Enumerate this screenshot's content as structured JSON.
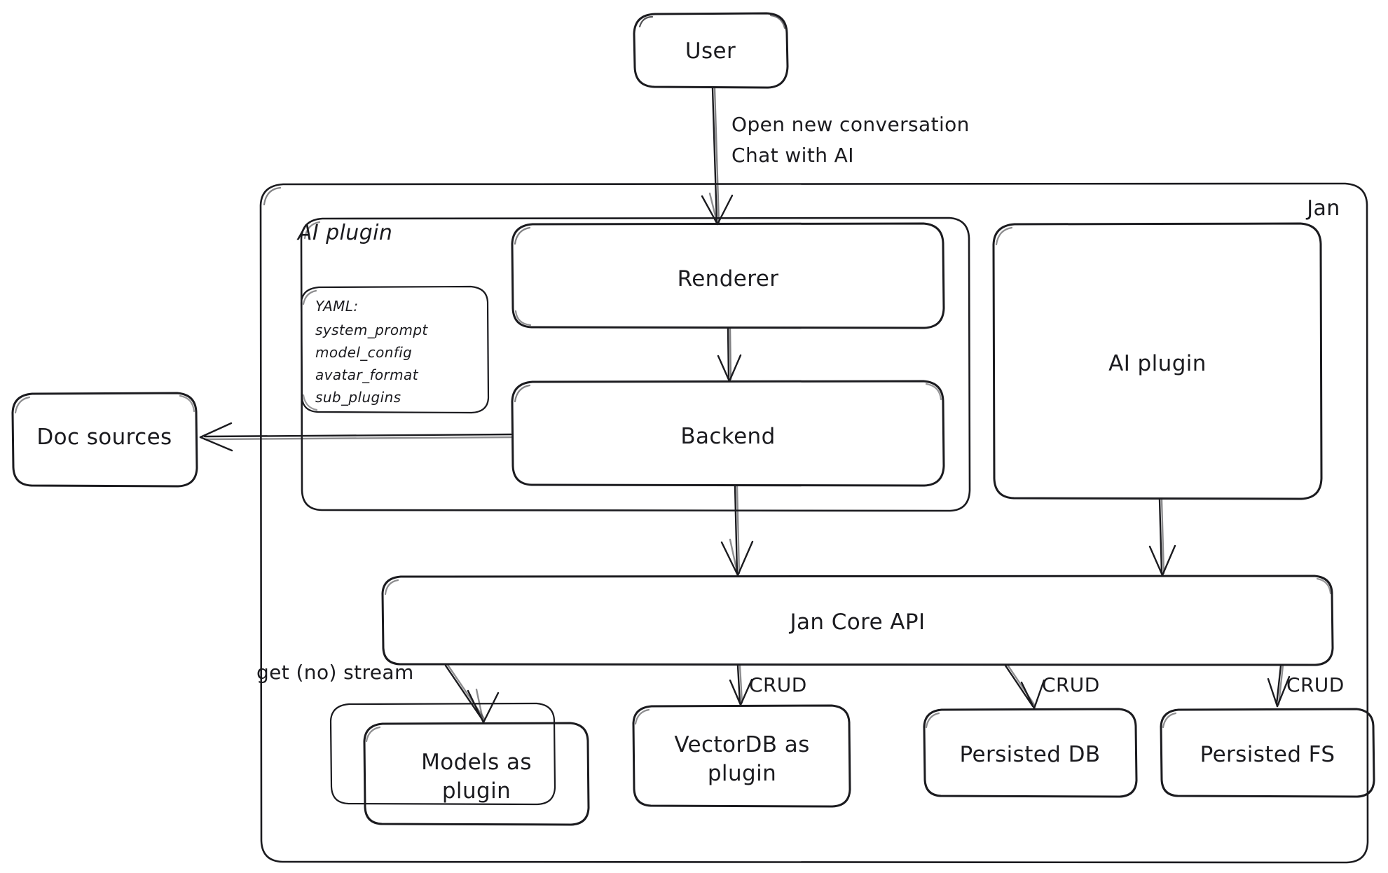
{
  "diagram": {
    "title": "Jan architecture diagram",
    "style": "hand-drawn",
    "stroke_color": "#1b1b1f",
    "background_color": "#ffffff"
  },
  "nodes": {
    "user": {
      "label": "User"
    },
    "jan_container": {
      "label": "Jan"
    },
    "ai_plugin_group": {
      "label": "AI plugin"
    },
    "renderer": {
      "label": "Renderer"
    },
    "backend": {
      "label": "Backend"
    },
    "ai_plugin_box": {
      "label": "AI plugin"
    },
    "jan_core_api": {
      "label": "Jan Core API"
    },
    "doc_sources": {
      "label": "Doc sources"
    },
    "models_as_plugin": {
      "line1": "Models as",
      "line2": "plugin"
    },
    "vectordb_as_plugin": {
      "line1": "VectorDB as",
      "line2": "plugin"
    },
    "persisted_db": {
      "label": "Persisted DB"
    },
    "persisted_fs": {
      "label": "Persisted FS"
    }
  },
  "yaml_card": {
    "header": "YAML:",
    "keys": [
      "system_prompt",
      "model_config",
      "avatar_format",
      "sub_plugins"
    ]
  },
  "edges": [
    {
      "name": "user-to-renderer",
      "from": "user",
      "to": "renderer",
      "line1": "Open new conversation",
      "line2": "Chat with AI"
    },
    {
      "name": "renderer-to-backend",
      "from": "renderer",
      "to": "backend",
      "label": ""
    },
    {
      "name": "backend-to-doc-sources",
      "from": "backend",
      "to": "doc_sources",
      "label": ""
    },
    {
      "name": "backend-to-core-api",
      "from": "backend",
      "to": "jan_core_api",
      "label": ""
    },
    {
      "name": "ai-plugin-to-core-api",
      "from": "ai_plugin_box",
      "to": "jan_core_api",
      "label": ""
    },
    {
      "name": "core-api-to-models",
      "from": "jan_core_api",
      "to": "models_as_plugin",
      "label": "get (no) stream"
    },
    {
      "name": "core-api-to-vectordb",
      "from": "jan_core_api",
      "to": "vectordb_as_plugin",
      "label": "CRUD"
    },
    {
      "name": "core-api-to-persisted-db",
      "from": "jan_core_api",
      "to": "persisted_db",
      "label": "CRUD"
    },
    {
      "name": "core-api-to-persisted-fs",
      "from": "jan_core_api",
      "to": "persisted_fs",
      "label": "CRUD"
    }
  ],
  "edge_labels": {
    "user_flow_line1": "Open new conversation",
    "user_flow_line2": "Chat with AI",
    "get_stream": "get (no) stream",
    "crud_vectordb": "CRUD",
    "crud_persisted_db": "CRUD",
    "crud_persisted_fs": "CRUD"
  }
}
